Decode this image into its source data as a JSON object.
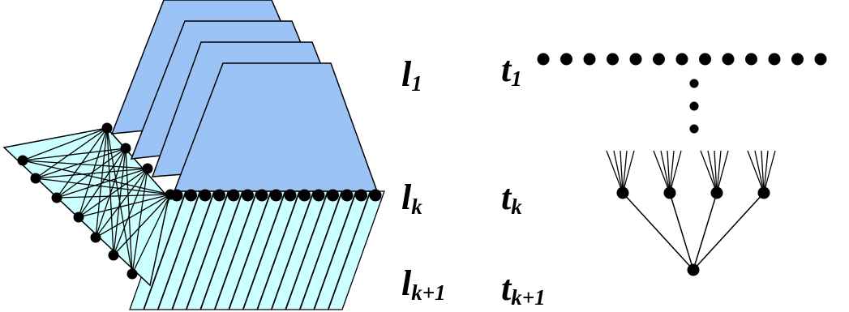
{
  "colors": {
    "blue_fill": "#9CC3F5",
    "cyan_fill": "#CCFFFF",
    "stroke": "#000000",
    "node": "#000000"
  },
  "labels": {
    "l1": {
      "base": "l",
      "sub": "1"
    },
    "lk": {
      "base": "l",
      "sub": "k"
    },
    "lk1": {
      "base": "l",
      "sub": "k+1"
    },
    "t1": {
      "base": "t",
      "sub": "1"
    },
    "tk": {
      "base": "t",
      "sub": "k"
    },
    "tk1": {
      "base": "t",
      "sub": "k+1"
    }
  }
}
